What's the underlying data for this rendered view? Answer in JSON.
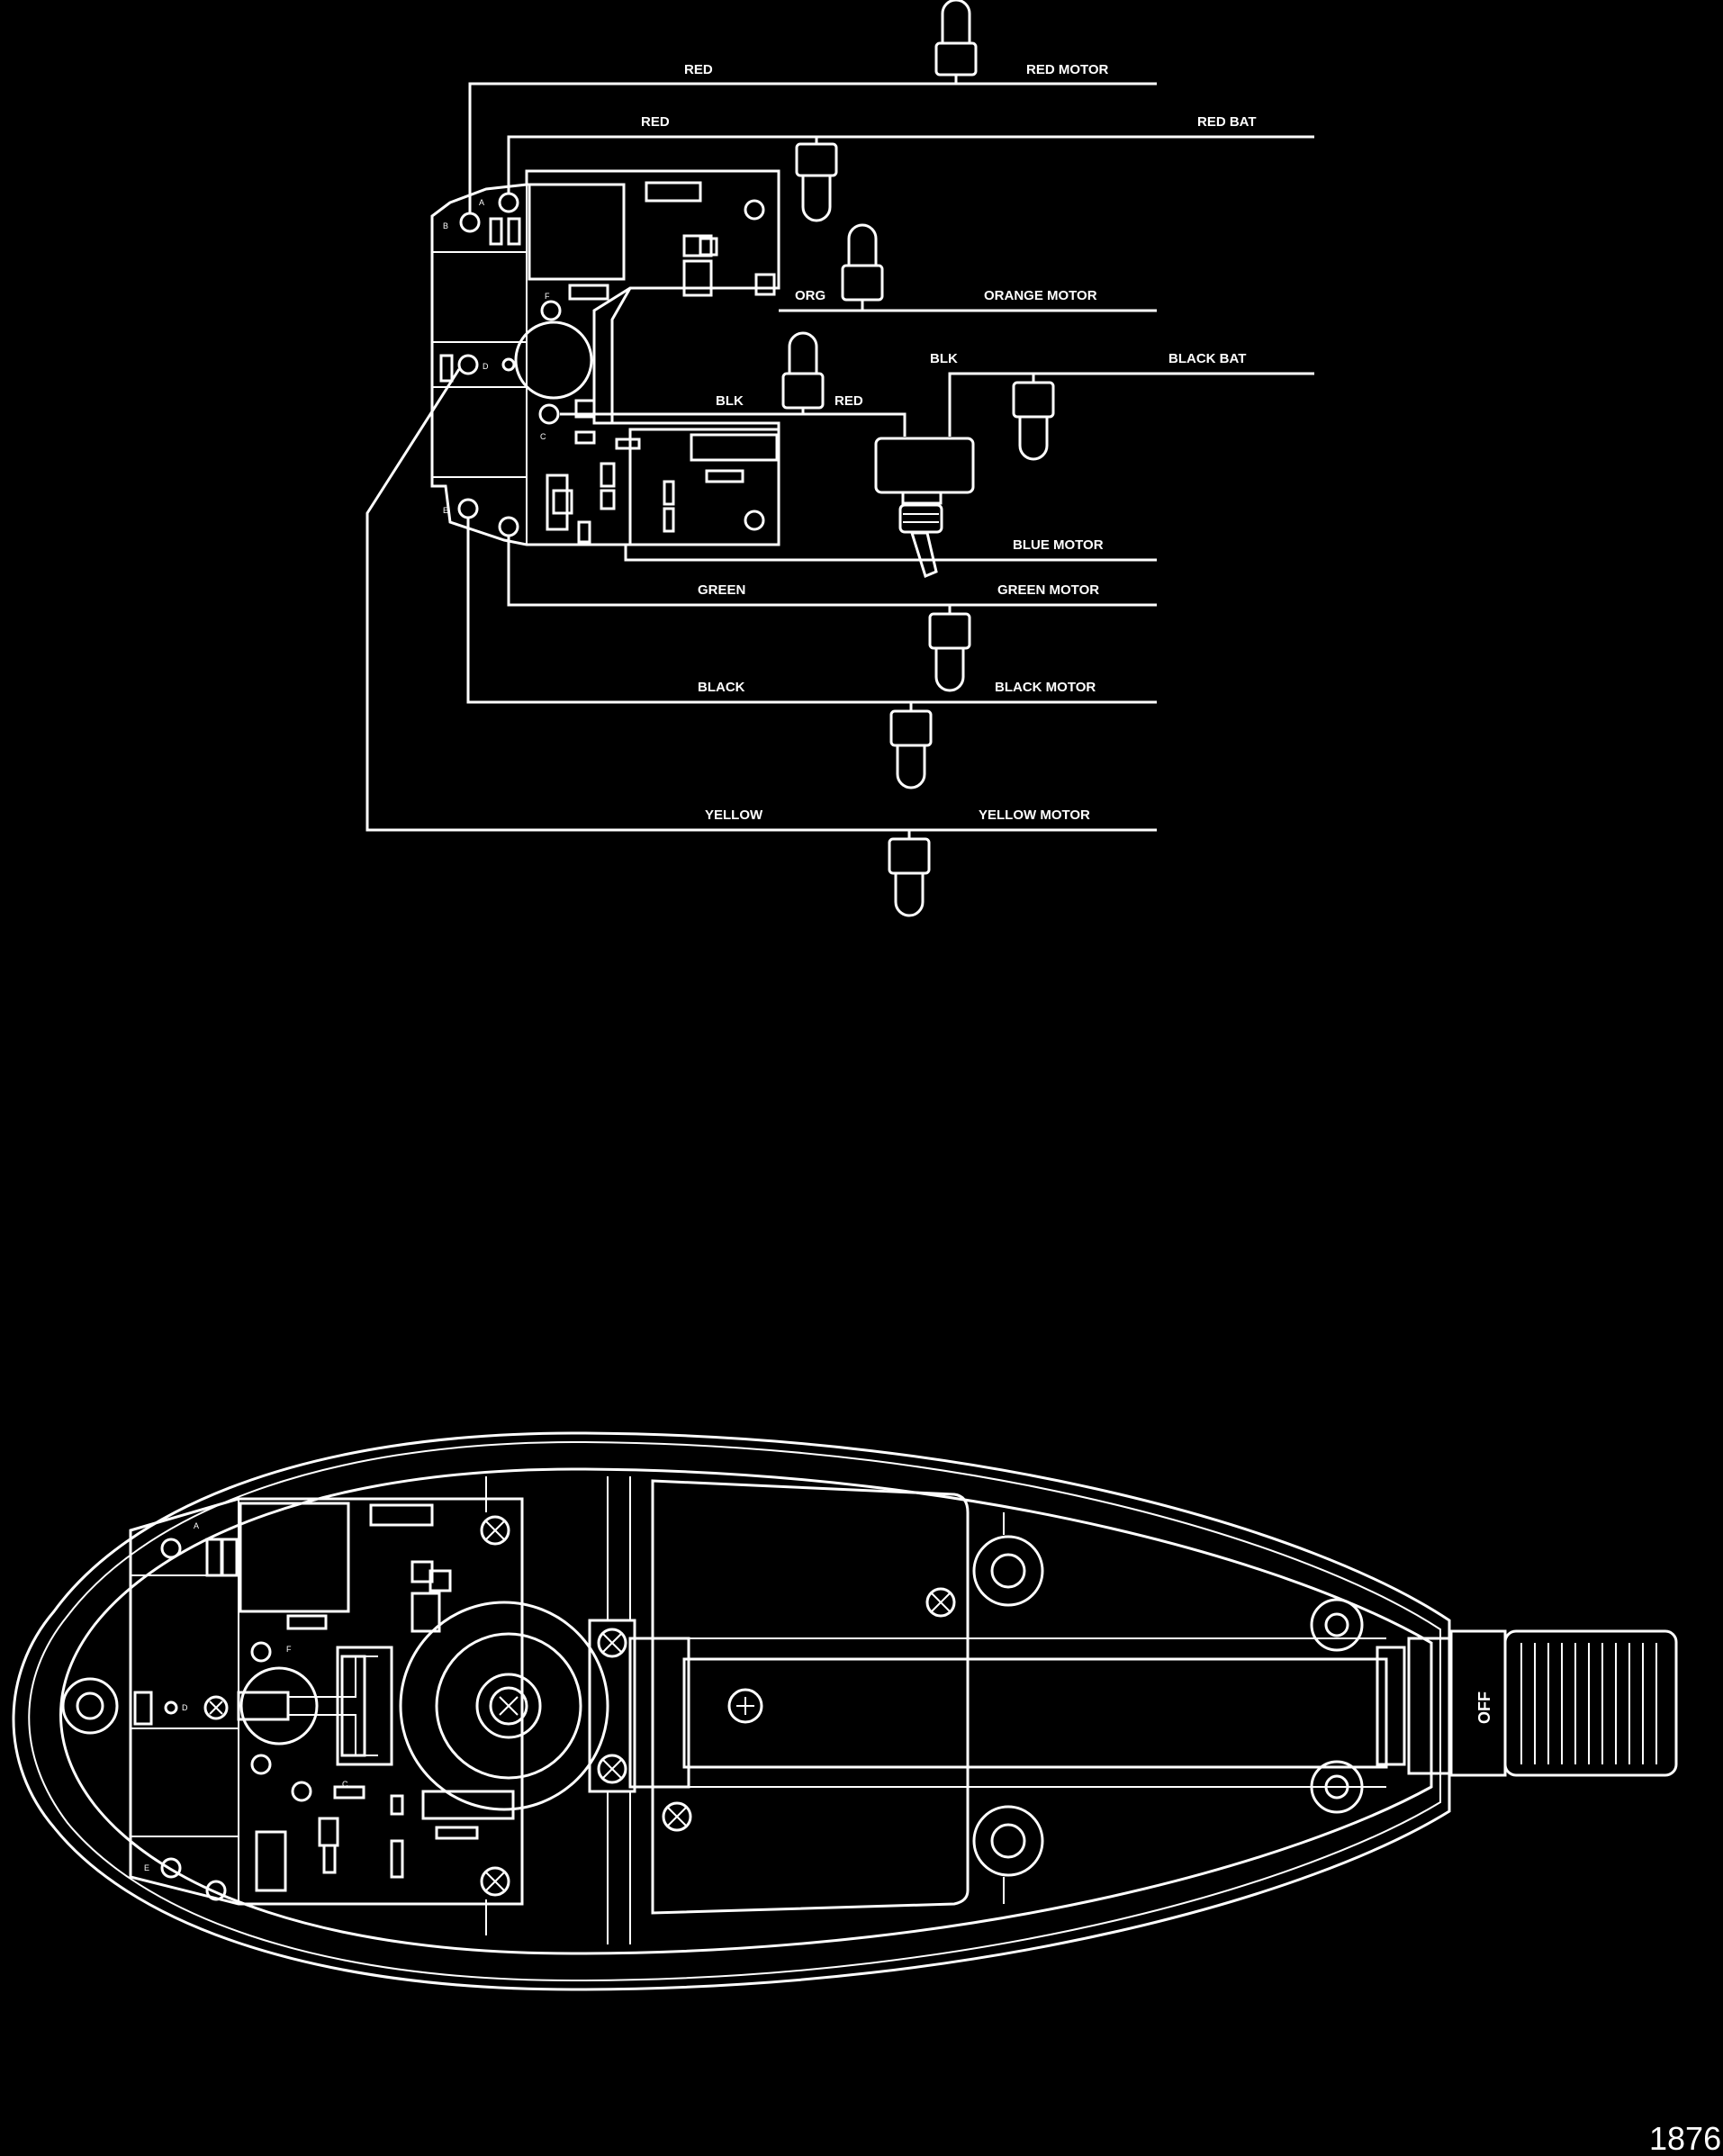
{
  "figure_id": "1876",
  "wiring_labels": {
    "red_motor_side": "RED",
    "red_motor": "RED MOTOR",
    "red_bat_side": "RED",
    "red_bat": "RED BAT",
    "org": "ORG",
    "orange_motor": "ORANGE MOTOR",
    "blk_bat_side": "BLK",
    "black_bat": "BLACK BAT",
    "blk_switch": "BLK",
    "red_switch": "RED",
    "blue_motor": "BLUE MOTOR",
    "green": "GREEN",
    "green_motor": "GREEN MOTOR",
    "black": "BLACK",
    "black_motor": "BLACK MOTOR",
    "yellow": "YELLOW",
    "yellow_motor": "YELLOW MOTOR"
  },
  "board_markers": [
    "A",
    "B",
    "F",
    "D",
    "E",
    "C"
  ],
  "head_labels": {
    "switch_off": "OFF",
    "marker_a": "A",
    "marker_f": "F",
    "marker_d": "D",
    "marker_c": "C",
    "marker_e": "E"
  }
}
